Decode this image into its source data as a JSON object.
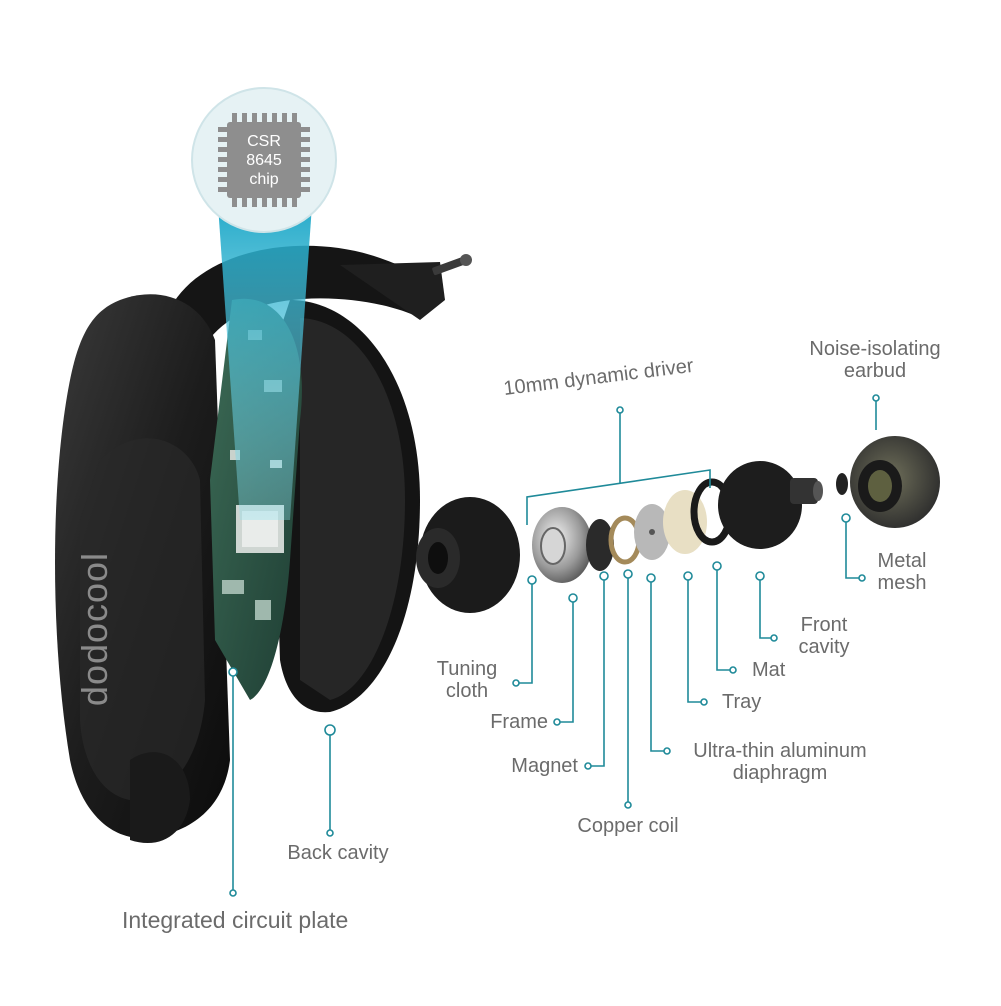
{
  "chip": {
    "lines": [
      "CSR",
      "8645",
      "chip"
    ]
  },
  "brand": "dodocool",
  "colors": {
    "accent": "#1f8a99",
    "label": "#6b6b6b",
    "chip_circle": "#d9eef2"
  },
  "labels": {
    "noise_isolating_earbud": [
      "Noise-isolating",
      "earbud"
    ],
    "dynamic_driver": "10mm dynamic driver",
    "metal_mesh": [
      "Metal",
      "mesh"
    ],
    "front_cavity": [
      "Front",
      "cavity"
    ],
    "mat": "Mat",
    "tray": "Tray",
    "tuning_cloth": [
      "Tuning",
      "cloth"
    ],
    "frame": "Frame",
    "magnet": "Magnet",
    "diaphragm": [
      "Ultra-thin aluminum",
      "diaphragm"
    ],
    "copper_coil": "Copper coil",
    "back_cavity": "Back cavity",
    "circuit_plate": "Integrated circuit plate"
  }
}
